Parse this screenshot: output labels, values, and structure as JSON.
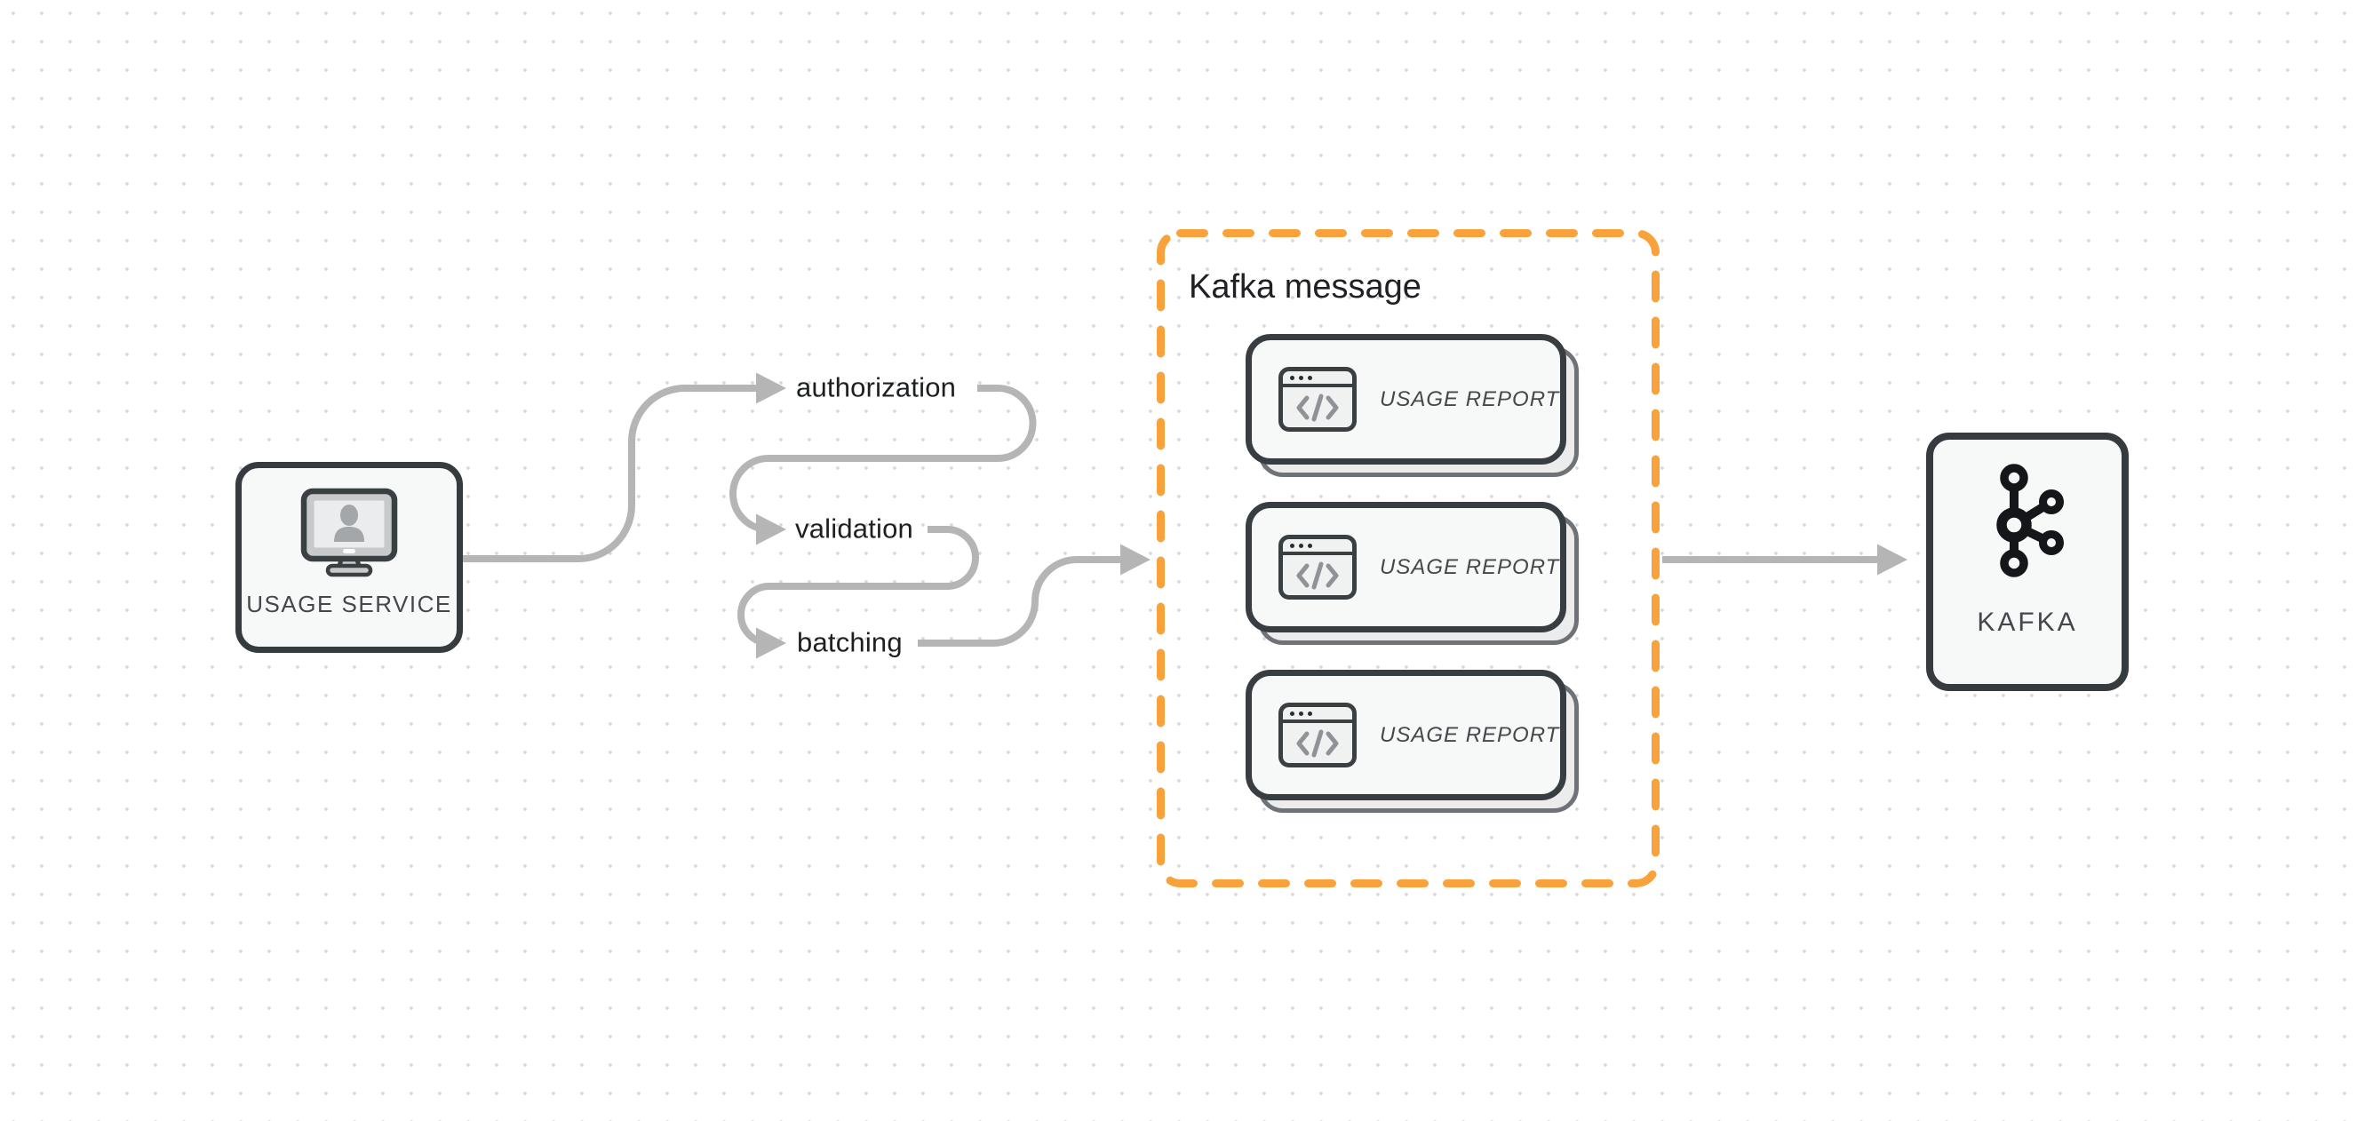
{
  "colors": {
    "background": "#ffffff",
    "grid_dot": "#d4d7d9",
    "edge": "#b5b5b5",
    "node_border": "#363b3f",
    "node_fill": "#f7f8f8",
    "shadow_fill": "#ececec",
    "shadow_border": "#6f7276",
    "accent_orange": "#f9a23b",
    "label_dark": "#1d1f21",
    "node_label": "#43484d",
    "icon_gray": "#c7c9cb",
    "icon_person": "#a4a7a9",
    "code_glyph": "#8f9398",
    "kafka_logo": "#141619"
  },
  "nodes": {
    "usage_service": {
      "label": "USAGE SERVICE"
    },
    "kafka": {
      "label": "KAFKA"
    }
  },
  "steps": [
    {
      "label": "authorization"
    },
    {
      "label": "validation"
    },
    {
      "label": "batching"
    }
  ],
  "kafka_message": {
    "title": "Kafka message",
    "cards": [
      {
        "label": "USAGE REPORT"
      },
      {
        "label": "USAGE REPORT"
      },
      {
        "label": "USAGE REPORT"
      }
    ]
  }
}
